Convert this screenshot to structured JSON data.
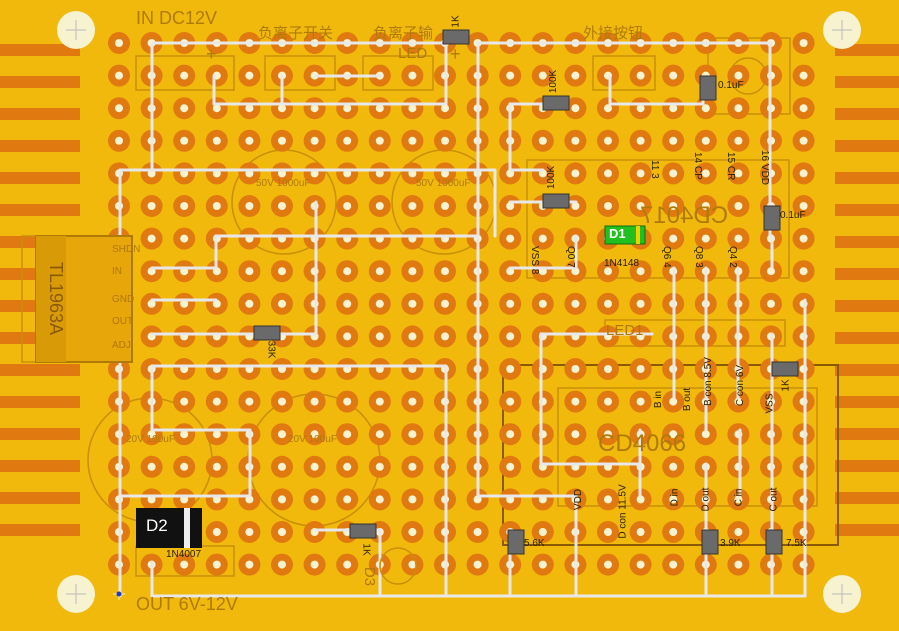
{
  "board": {
    "background": "#f0b90c",
    "pad_color": "#e07a10",
    "wire_color": "#e8e8e8",
    "silk_color": "#b07a08"
  },
  "labels": {
    "input_title": "IN DC12V",
    "output_title": "OUT 6V-12V",
    "neg_switch": "负离子开关",
    "neg_output": "负离子输",
    "led": "LED",
    "ext_button": "外接按钮",
    "plus1": "+",
    "plus2": "+",
    "cd4017": "CD4017",
    "cd4066": "CD4066",
    "led_chip": "LED1"
  },
  "regulator": {
    "name": "TL1963A",
    "pins": [
      "SHDN",
      "IN",
      "GND",
      "OUT",
      "ADJ"
    ]
  },
  "components": {
    "r_1k_top": "1K",
    "r_100k_a": "100K",
    "r_100k_b": "100K",
    "c_01uf_a": "0.1uF",
    "c_01uf_b": "0.1uF",
    "r_33k": "33K",
    "r_1k_mid": "1K",
    "r_1k_bot": "1K",
    "r_56k": "5.6K",
    "r_39k": "3.9K",
    "r_75k": "7.5K",
    "cap_a": "50V 1000uF",
    "cap_b": "50V 1000uF",
    "cap_c": "20V 100uF",
    "cap_d": "20V 100uF",
    "d1": "D1",
    "d1_part": "1N4148",
    "d2": "D2",
    "d2_part": "1N4007",
    "d3": "D3"
  },
  "cd4017_pins_top": [
    "11 3",
    "14 CP",
    "15 CR",
    "16 VDD"
  ],
  "cd4017_pins_bottom": [
    "VSS 8",
    "Q0 7",
    "Q6 4",
    "Q8 3",
    "Q4 2"
  ],
  "cd4066_pins_top": [
    "B in",
    "B out",
    "B con 8.5V",
    "C con 6V",
    "VSS"
  ],
  "cd4066_pins_bottom": [
    "VDD",
    "D con 11.5V",
    "D in",
    "D out",
    "C in",
    "C out"
  ]
}
